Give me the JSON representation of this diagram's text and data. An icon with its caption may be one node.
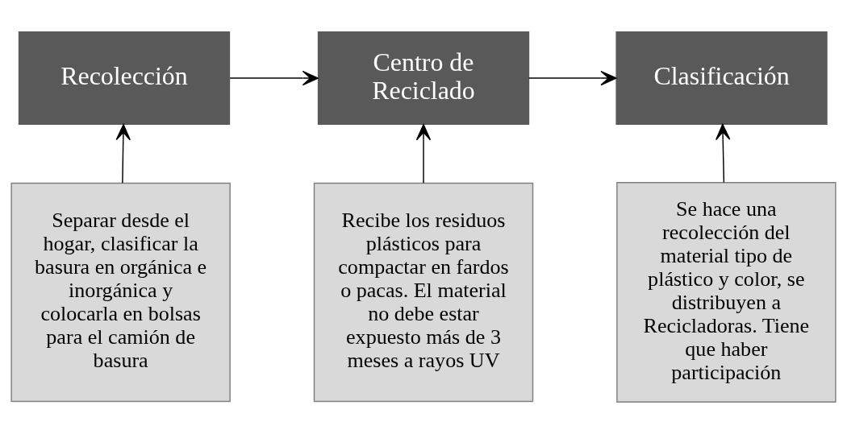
{
  "diagram": {
    "nodes": [
      {
        "text": [
          "Recolección"
        ]
      },
      {
        "text": [
          "Centro de Reciclado"
        ]
      },
      {
        "text": [
          "Clasificación"
        ]
      },
      {
        "text": [
          "Separar desde el hogar, clasificar la basura en orgánica e inorgánica y colocarla en bolsas para el camión de basura"
        ]
      },
      {
        "text": [
          "Recibe los residuos plásticos para compactar en fardos o pacas. El material no debe estar expuesto más de 3 meses a rayos UV"
        ]
      },
      {
        "text": [
          "Se hace una recolección del material tipo de plástico y color, se distribuyen a Recicladoras. Tiene que haber participación"
        ]
      }
    ],
    "edges": [
      {
        "from": 0,
        "to": 1,
        "arrow": "to"
      },
      {
        "from": 1,
        "to": 2,
        "arrow": "to"
      },
      {
        "from": 3,
        "to": 0,
        "arrow": "to"
      },
      {
        "from": 4,
        "to": 1,
        "arrow": "to"
      },
      {
        "from": 5,
        "to": 2,
        "arrow": "to"
      }
    ]
  }
}
